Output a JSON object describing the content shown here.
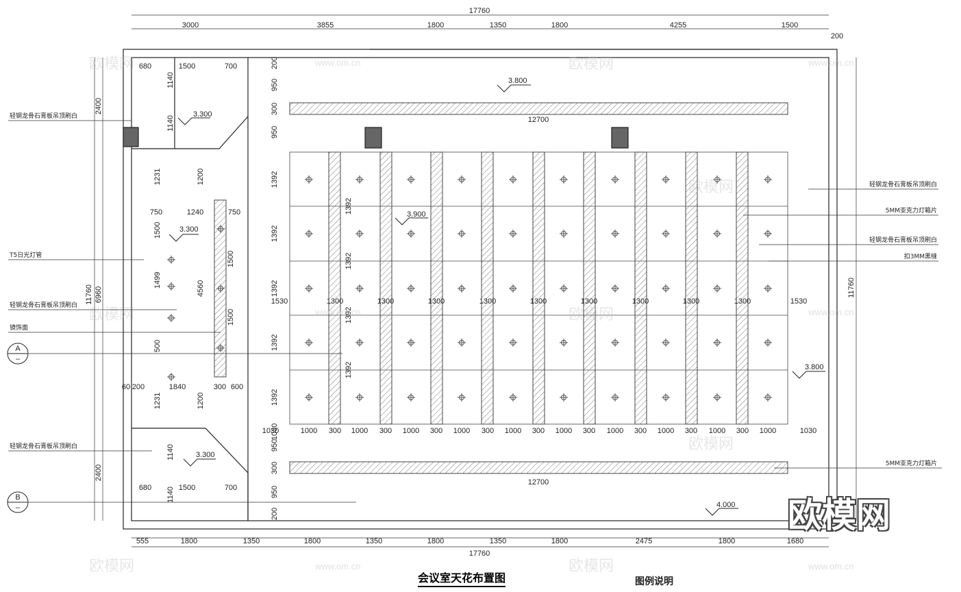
{
  "title": "会议室天花布置图",
  "legend_title": "图例说明",
  "logo": "欧模网",
  "watermark_text": "欧模网",
  "watermark_url": "www.om.cn",
  "top_total": "17760",
  "top_dims": [
    "3000",
    "3855",
    "1800",
    "1350",
    "1800",
    "4255",
    "1500"
  ],
  "top_right_offset": "200",
  "bottom_total": "17760",
  "bottom_dims": [
    "555",
    "1800",
    "1350",
    "1800",
    "1350",
    "1800",
    "1350",
    "1800",
    "2475",
    "1800",
    "1680"
  ],
  "left_total_outer": "11760",
  "left_total_inner": "6960",
  "left_dim_top": "2400",
  "left_dim_bottom": "2400",
  "right_total": "11760",
  "levels": {
    "main_top": "3.800",
    "main_right": "3.800",
    "center": "3.900",
    "room_top": "3.300",
    "corridor": "3.300",
    "room_bottom": "3.300",
    "bottom": "4.000"
  },
  "grid_v": [
    "200",
    "950",
    "300",
    "950",
    "1392",
    "1392",
    "1392",
    "1392",
    "1392",
    "1030",
    "950",
    "300",
    "950",
    "200"
  ],
  "grid_h_top": [
    "1530",
    "1300",
    "1300",
    "1300",
    "1300",
    "1300",
    "1300",
    "1300",
    "1300",
    "1300",
    "1530"
  ],
  "grid_h_bottom": [
    "1030",
    "1000",
    "300",
    "1000",
    "300",
    "1000",
    "300",
    "1000",
    "300",
    "1000",
    "300",
    "1000",
    "300",
    "1000",
    "300",
    "1000",
    "300",
    "1000",
    "300",
    "1000",
    "1030"
  ],
  "strip_length": "12700",
  "inner_grid_dims": [
    "1392",
    "1392",
    "1392",
    "1392"
  ],
  "room_top_dims": [
    "680",
    "1500",
    "700"
  ],
  "room_top_v": [
    "1140",
    "1140"
  ],
  "room_bottom_dims": [
    "680",
    "1500",
    "700"
  ],
  "room_bottom_v": [
    "1140",
    "1140"
  ],
  "corridor_h": [
    "750",
    "1240",
    "750"
  ],
  "corridor_v": [
    "1231",
    "1500",
    "1499",
    "500",
    "1231"
  ],
  "corridor_v2": [
    "1200",
    "4560",
    "1200"
  ],
  "corridor_mirror": [
    "1500",
    "1500"
  ],
  "corridor_bottom": [
    "60",
    "200",
    "1840",
    "300",
    "600"
  ],
  "notes_left": [
    "轻钢龙骨石膏板吊顶刷白",
    "T5日光灯管",
    "轻钢龙骨石膏板吊顶刷白",
    "镜饰面",
    "轻钢龙骨石膏板吊顶刷白"
  ],
  "notes_right": [
    "轻钢龙骨石膏板吊顶刷白",
    "5MM亚克力灯箱片",
    "轻钢龙骨石膏板吊顶刷白",
    "扣3MM黑缝",
    "5MM亚克力灯箱片"
  ],
  "section_marks": [
    {
      "letter": "A",
      "sub": "–"
    },
    {
      "letter": "B",
      "sub": "–"
    }
  ]
}
